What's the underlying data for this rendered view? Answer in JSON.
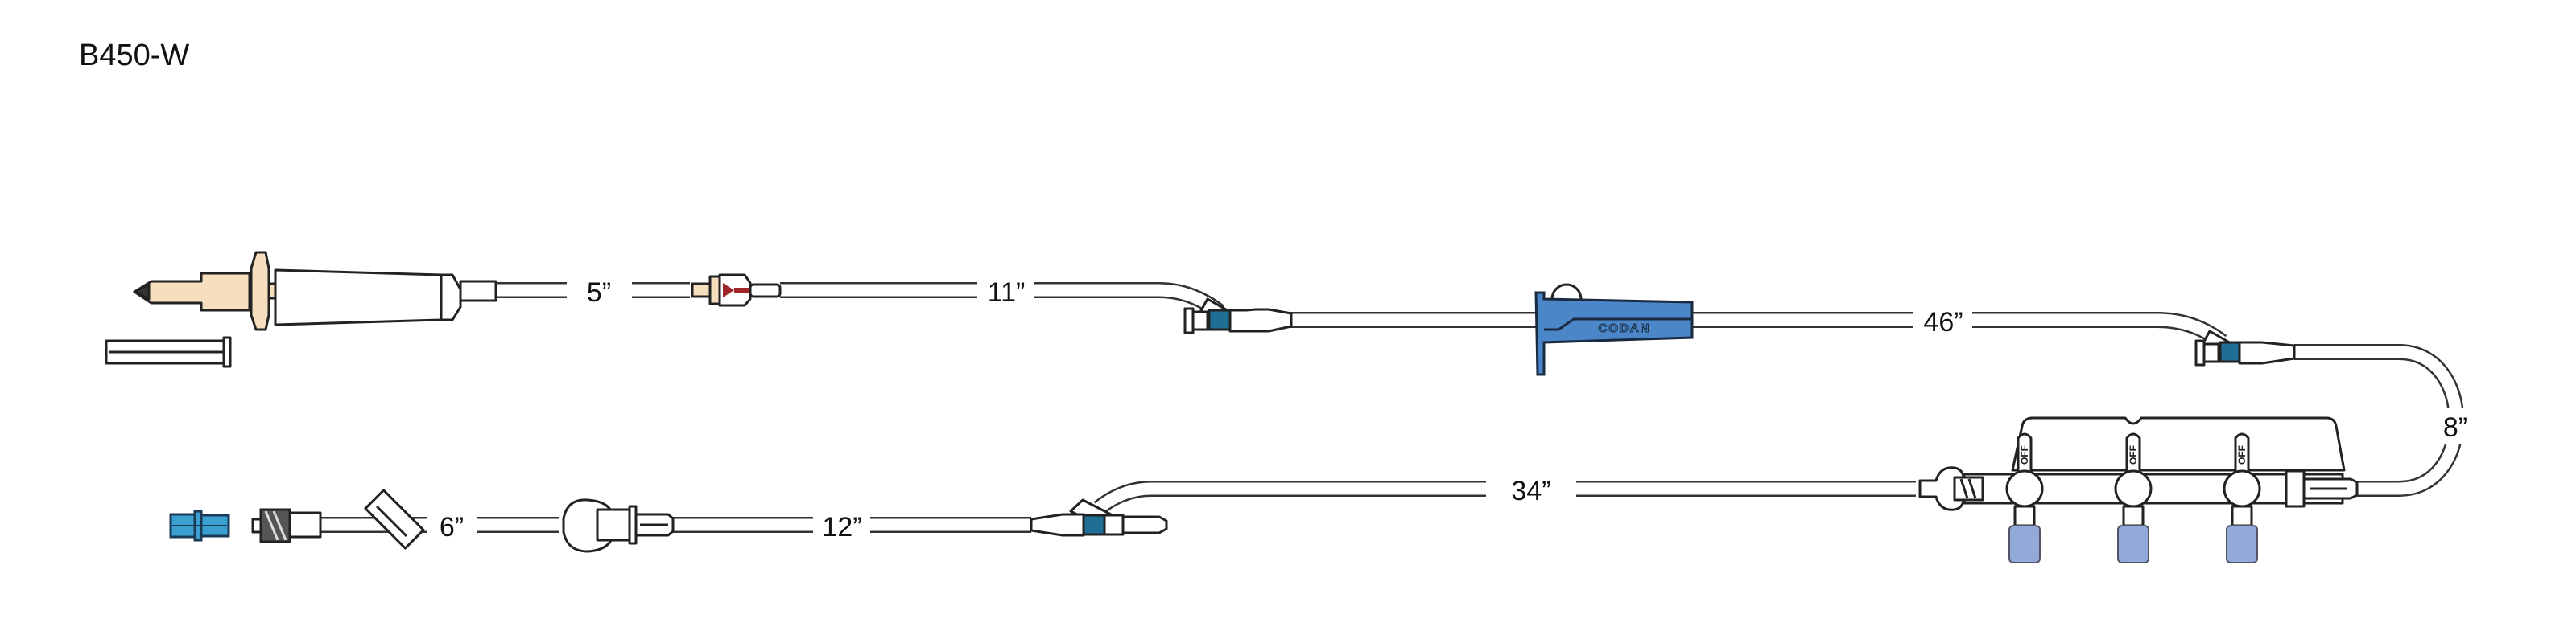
{
  "title": "B450-W",
  "lengths": {
    "seg1": "5”",
    "seg2": "11”",
    "seg3": "46”",
    "seg4": "8”",
    "seg5": "34”",
    "seg6": "12”",
    "seg7": "6”"
  },
  "clamp_brand": "CODAN",
  "stopcocks": [
    {
      "handle_label": "OFF"
    },
    {
      "handle_label": "OFF"
    },
    {
      "handle_label": "OFF"
    }
  ],
  "colors": {
    "spike_beige": "#f6dfbf",
    "clamp_blue": "#4a86c8",
    "cap_blue": "#3aa0d0",
    "port_cap_blue": "#93a9d9",
    "valve_red": "#a0262a",
    "y_site_teal": "#1f6e95"
  }
}
